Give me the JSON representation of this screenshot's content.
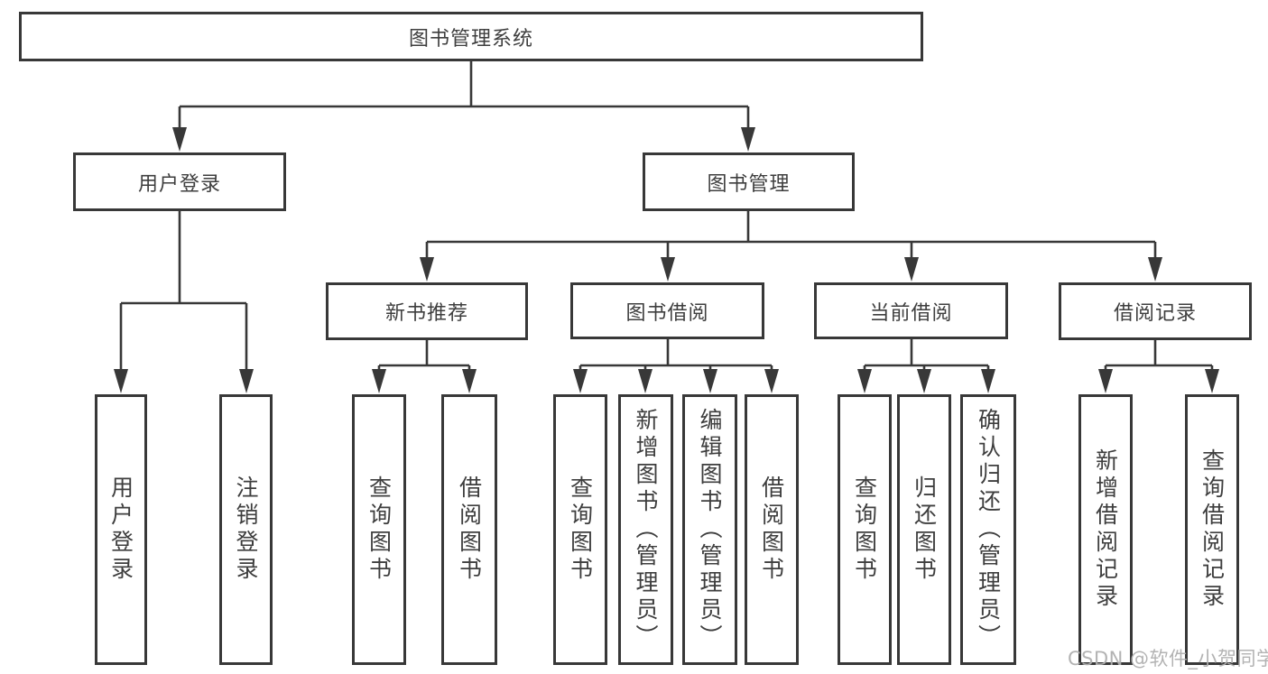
{
  "diagram": {
    "title": "图书管理系统",
    "level2": {
      "login": "用户登录",
      "management": "图书管理"
    },
    "level3": {
      "new_books": "新书推荐",
      "borrowing": "图书借阅",
      "current": "当前借阅",
      "records": "借阅记录"
    },
    "leaves": {
      "login": [
        "用户登录",
        "注销登录"
      ],
      "new_books": [
        "查询图书",
        "借阅图书"
      ],
      "borrowing": [
        "查询图书",
        "新增图书（管理员）",
        "编辑图书（管理员）",
        "借阅图书"
      ],
      "current": [
        "查询图书",
        "归还图书",
        "确认归还（管理员）"
      ],
      "records": [
        "新增借阅记录",
        "查询借阅记录"
      ]
    }
  },
  "watermark": "CSDN @软件_小贺同学",
  "colors": {
    "line": "#383838",
    "text": "#3e3e3e",
    "watermark": "#afafaf",
    "background": "#ffffff"
  }
}
